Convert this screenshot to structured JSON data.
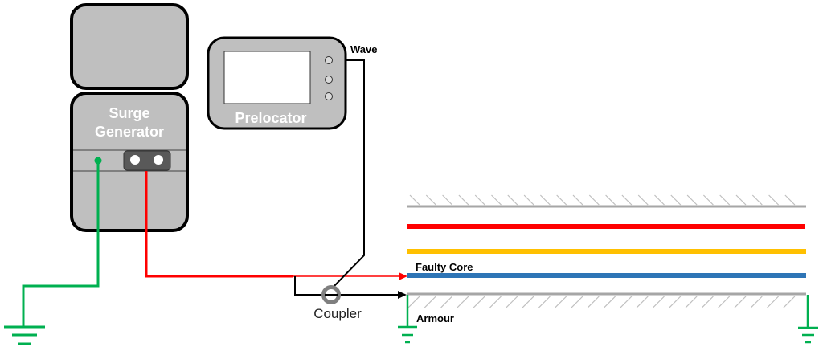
{
  "devices": {
    "surge_generator": {
      "label_line1": "Surge",
      "label_line2": "Generator"
    },
    "prelocator": {
      "label": "Prelocator",
      "port_label": "Wave"
    }
  },
  "coupler": {
    "label": "Coupler"
  },
  "cable": {
    "faulty_core_label": "Faulty Core",
    "armour_label": "Armour"
  },
  "colors": {
    "device_fill": "#bfbfbf",
    "ground_wire": "#00b050",
    "hv_wire": "#ff0000",
    "signal_wire": "#000000",
    "core_red": "#ff0000",
    "core_yellow": "#ffc000",
    "core_blue": "#2e75b6",
    "sheath": "#a6a6a6"
  }
}
